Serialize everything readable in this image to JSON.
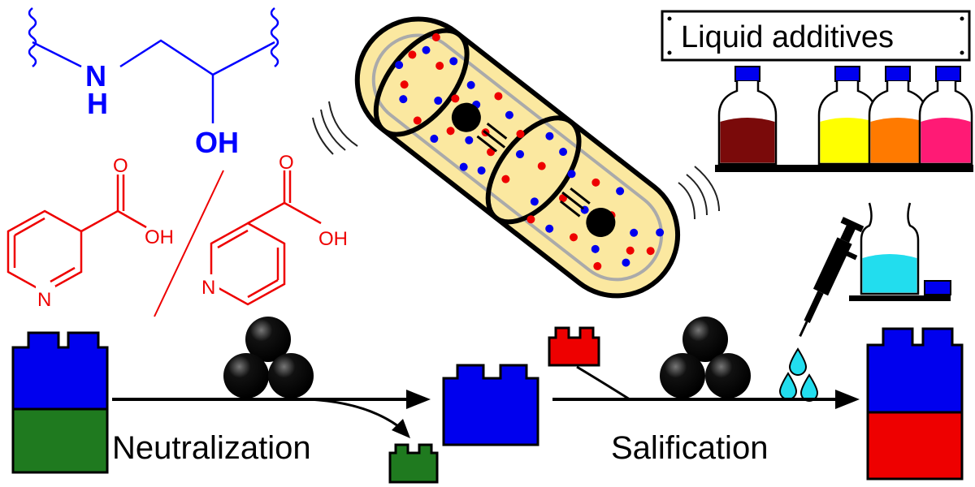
{
  "labels": {
    "neutralization": "Neutralization",
    "salification": "Salification",
    "liquid_additives": "Liquid additives"
  },
  "polymer": {
    "nh_n": "N",
    "nh_h": "H",
    "oh": "OH"
  },
  "acids": {
    "nicotinic_o": "O",
    "nicotinic_oh": "OH",
    "nicotinic_n": "N",
    "isonicotinic_o": "O",
    "isonicotinic_oh": "OH",
    "isonicotinic_n": "N"
  },
  "colors": {
    "polymer_blue": "#0000ff",
    "acid_red": "#ee0000",
    "jar_yellow": "#fbe8a0",
    "green_block": "#1f7a1f",
    "blue_block": "#0000ee",
    "red_block": "#ee0000",
    "liquid_brown": "#7a0a0a",
    "liquid_yellow": "#ffff00",
    "liquid_orange": "#ff7a00",
    "liquid_pink": "#ff1a75",
    "liquid_cyan": "#22ddee"
  },
  "icons": [
    "milling-jar-icon",
    "milling-ball-icon",
    "bottle-icon",
    "pipette-icon",
    "droplet-icon",
    "lego-block-icon"
  ]
}
